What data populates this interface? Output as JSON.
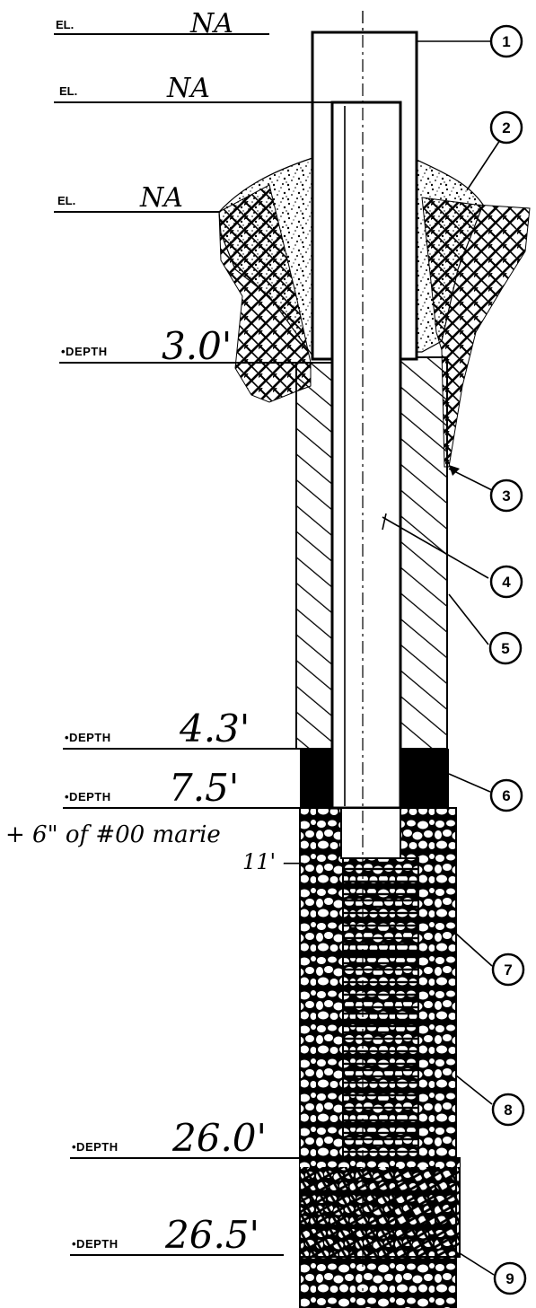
{
  "elevations": [
    {
      "prefix": "EL.",
      "value": "NA"
    },
    {
      "prefix": "EL.",
      "value": "NA"
    },
    {
      "prefix": "EL.",
      "value": "NA"
    }
  ],
  "depths": [
    {
      "prefix": "•DEPTH",
      "value": "3.0'"
    },
    {
      "prefix": "•DEPTH",
      "value": "4.3'"
    },
    {
      "prefix": "•DEPTH",
      "value": "7.5'"
    },
    {
      "prefix": "•DEPTH",
      "value": "26.0'"
    },
    {
      "prefix": "•DEPTH",
      "value": "26.5'"
    }
  ],
  "annotation": {
    "line1": "+ 6\" of #00 marie",
    "line2": "11' —"
  },
  "callouts": [
    "1",
    "2",
    "3",
    "4",
    "5",
    "6",
    "7",
    "8",
    "9"
  ],
  "colors": {
    "ink": "#000000",
    "paper": "#ffffff"
  }
}
